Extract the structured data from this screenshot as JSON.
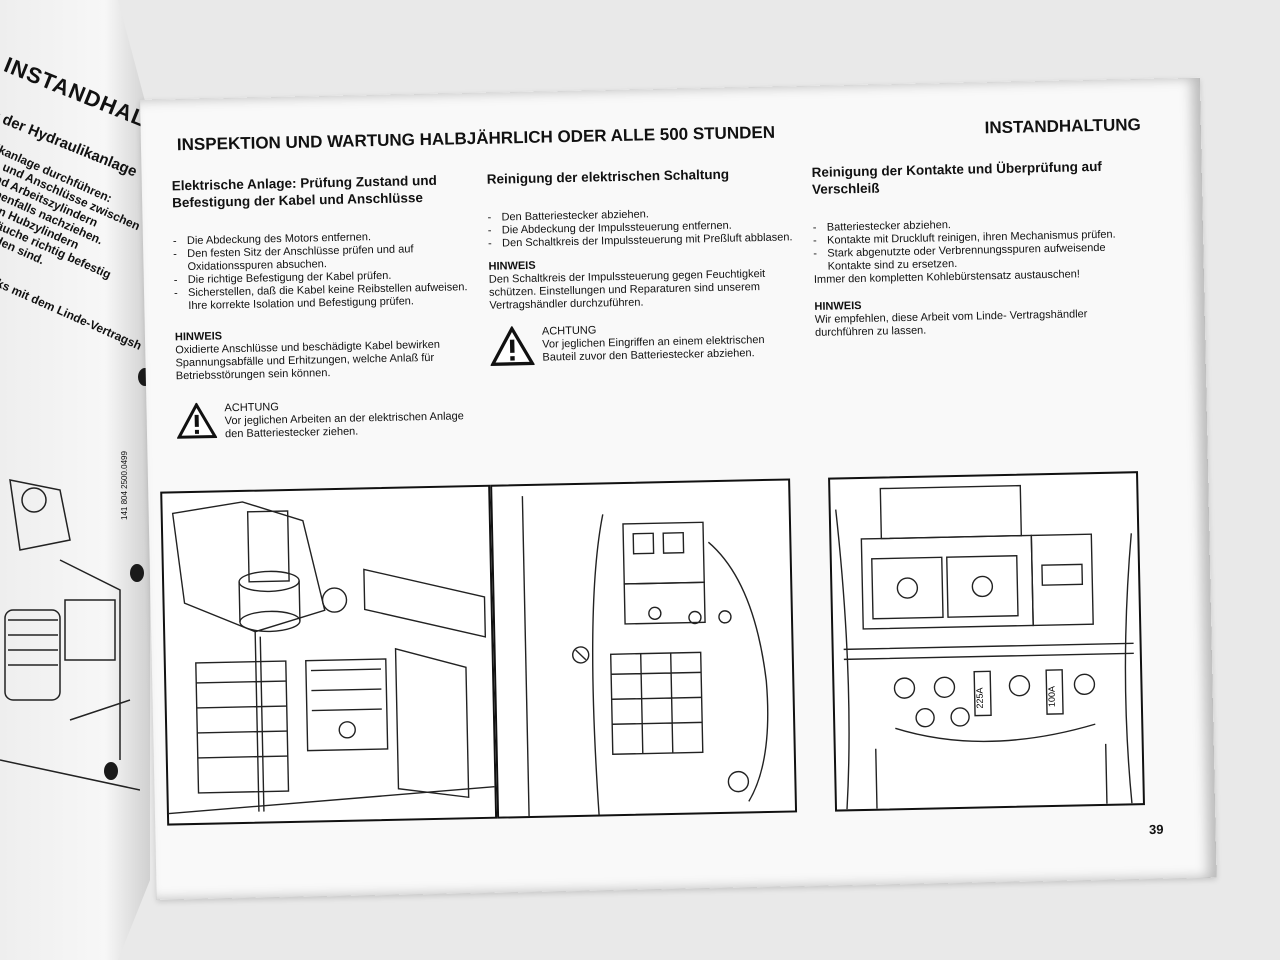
{
  "left_page": {
    "title": "INSTANDHALTUNG",
    "subtitle": "it der Hydraulikanlage",
    "lines": [
      "likanlage durchführen:",
      "he und Anschlüsse zwischen",
      "t und Arbeitszylindern",
      "ebenenfalls nachziehen.",
      "beiden Hubzylindern",
      "e Schläuche richtig befestig",
      "vorhanden sind."
    ],
    "line2": "ks mit dem Linde-Vertragsh",
    "code": "141 804 2500.0499"
  },
  "page": {
    "heading": "INSPEKTION UND WARTUNG HALBJÄHRLICH ODER ALLE 500 STUNDEN",
    "section": "INSTANDHALTUNG",
    "page_number": "39"
  },
  "columns": [
    {
      "title": "Elektrische Anlage: Prüfung Zustand und Befestigung der Kabel und Anschlüsse",
      "items": [
        "Die Abdeckung des Motors entfernen.",
        "Den festen Sitz der Anschlüsse prüfen und auf Oxidationsspuren absuchen.",
        "Die richtige Befestigung der Kabel prüfen.",
        "Sicherstellen, daß die Kabel keine Reibstellen aufweisen. Ihre korrekte Isolation und Befestigung prüfen."
      ],
      "note_heading": "HINWEIS",
      "note_text": "Oxidierte Anschlüsse und beschädigte Kabel bewirken Spannungsabfälle und Erhitzungen, welche Anlaß für Betriebsstörungen sein können.",
      "warning_heading": "ACHTUNG",
      "warning_text": "Vor jeglichen Arbeiten an der elektrischen Anlage den Batteriestecker ziehen."
    },
    {
      "title": "Reinigung der elektrischen Schaltung",
      "items": [
        "Den Batteriestecker abziehen.",
        "Die Abdeckung der Impulssteuerung entfernen.",
        "Den Schaltkreis der Impulssteuerung mit Preßluft abblasen."
      ],
      "note_heading": "HINWEIS",
      "note_text": "Den Schaltkreis der Impulssteuerung gegen Feuchtigkeit schützen. Einstellungen und Reparaturen sind unserem Vertragshändler durchzuführen.",
      "warning_heading": "ACHTUNG",
      "warning_text": "Vor jeglichen Eingriffen an einem elektrischen Bauteil zuvor den Batteriestecker abziehen."
    },
    {
      "title": "Reinigung der Kontakte und Überprüfung auf Verschleiß",
      "items": [
        "Batteriestecker abziehen.",
        "Kontakte mit Druckluft reinigen, ihren Mechanismus prüfen.",
        "Stark abgenutzte oder Verbrennungsspuren aufweisende Kontakte sind zu ersetzen."
      ],
      "extra": "Immer den kompletten Kohlebürstensatz austauschen!",
      "note_heading": "HINWEIS",
      "note_text": "Wir empfehlen, diese Arbeit vom Linde- Vertragshändler durchführen zu lassen."
    }
  ],
  "figure3_labels": [
    "225A",
    "100A"
  ]
}
